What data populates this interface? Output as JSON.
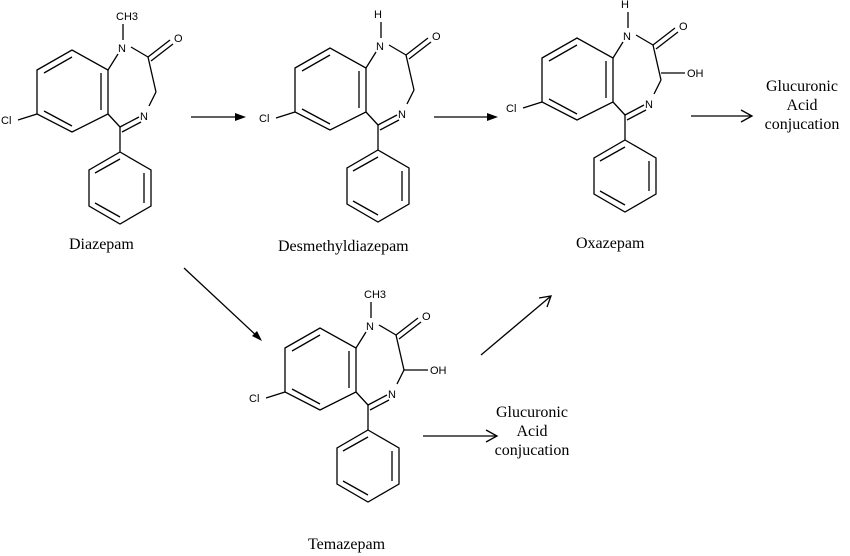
{
  "molecules": {
    "diazepam": {
      "name": "Diazepam"
    },
    "desmethyldiazepam": {
      "name": "Desmethyldiazepam"
    },
    "oxazepam": {
      "name": "Oxazepam"
    },
    "temazepam": {
      "name": "Temazepam"
    }
  },
  "atoms": {
    "cl": "Cl",
    "n": "N",
    "o": "O",
    "h": "H",
    "ch3": "CH3",
    "oh": "OH"
  },
  "products": {
    "glucuronide_top": {
      "line1": "Glucuronic",
      "line2": "Acid",
      "line3": "conjucation"
    },
    "glucuronide_bottom": {
      "line1": "Glucuronic",
      "line2": "Acid",
      "line3": "conjucation"
    }
  }
}
